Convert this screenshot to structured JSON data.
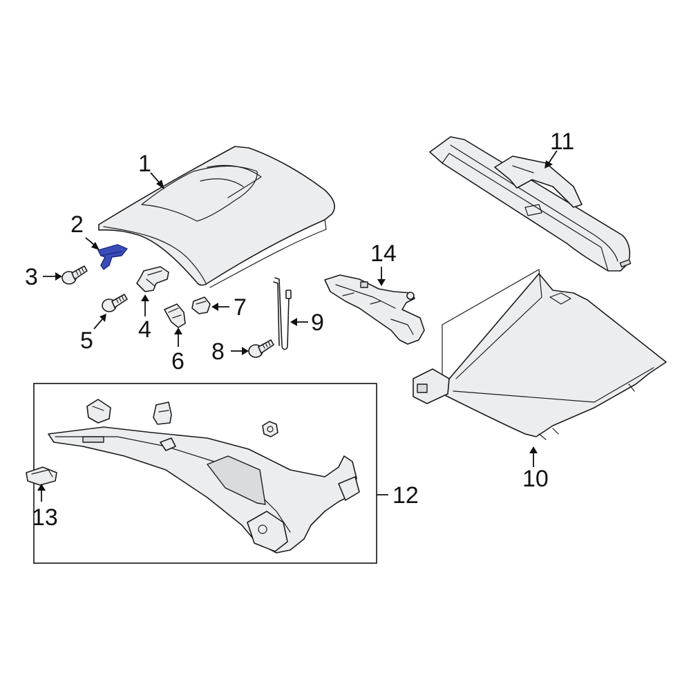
{
  "colors": {
    "highlight": "#3a4cb8",
    "part_fill": "#ecedef",
    "line": "#1a1a1a"
  },
  "callouts": {
    "c1": "1",
    "c2": "2",
    "c3": "3",
    "c4": "4",
    "c5": "5",
    "c6": "6",
    "c7": "7",
    "c8": "8",
    "c9": "9",
    "c10": "10",
    "c11": "11",
    "c12": "12",
    "c13": "13",
    "c14": "14"
  },
  "highlighted_part": "2"
}
